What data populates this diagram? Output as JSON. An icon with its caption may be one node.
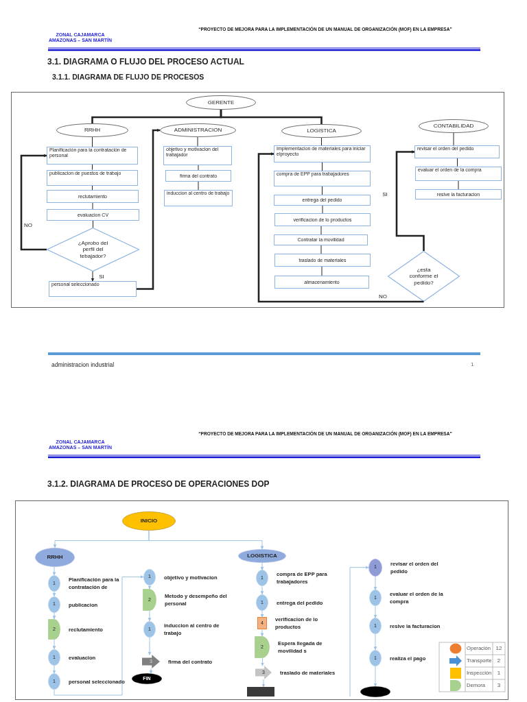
{
  "diagram": {
    "nodes": [
      {
        "text": [
          "GERENTE"
        ]
      },
      {
        "text": [
          "RRHH"
        ]
      },
      {
        "text": [
          "ADMINISTRACION"
        ]
      },
      {
        "text": [
          "LOGISTICA"
        ]
      },
      {
        "text": [
          "CONTABILIDAD"
        ]
      },
      {
        "text": [
          "Planificación para la contratación de personal"
        ]
      },
      {
        "text": [
          "publicacion de puestos de trabajo"
        ]
      },
      {
        "text": [
          "reclutamiento"
        ]
      },
      {
        "text": [
          "evaluacion CV"
        ]
      },
      {
        "text": [
          "¿Aprobo del perfil del tebajador?"
        ]
      },
      {
        "text": [
          "personal seleccionado"
        ]
      },
      {
        "text": [
          "objetivo y motivacion del trabajador"
        ]
      },
      {
        "text": [
          "firma del contrato"
        ]
      },
      {
        "text": [
          "induccion al centro de trabajo"
        ]
      },
      {
        "text": [
          "Implementacion de materiales para iniciar elproyecto"
        ]
      },
      {
        "text": [
          "compra de EPP para trabajadores"
        ]
      },
      {
        "text": [
          "entrega del pedido"
        ]
      },
      {
        "text": [
          "verificacion de lo productos"
        ]
      },
      {
        "text": [
          "Contratar  la movilidad"
        ]
      },
      {
        "text": [
          "traslado de materiales"
        ]
      },
      {
        "text": [
          "almacenamiento"
        ]
      },
      {
        "text": [
          "revisar el orden del pedido"
        ]
      },
      {
        "text": [
          "evaluar el orden de la compra"
        ]
      },
      {
        "text": [
          "resive la facturacion"
        ]
      },
      {
        "text": [
          "¿esta conforme el pedido?"
        ]
      },
      {
        "text": [
          "INICIO"
        ]
      },
      {
        "text": [
          "RRHH"
        ]
      },
      {
        "text": [
          "LOGISTICA"
        ]
      },
      {
        "text": [
          "1"
        ],
        "beside": [
          "Planificación para la contratación de"
        ]
      },
      {
        "text": [
          "1"
        ],
        "beside": [
          "publicacion"
        ]
      },
      {
        "text": [
          "2"
        ],
        "beside": [
          "reclutamiento"
        ]
      },
      {
        "text": [
          "1"
        ],
        "beside": [
          "evaluacion"
        ]
      },
      {
        "text": [
          "1"
        ],
        "beside": [
          "personal seleccionado"
        ]
      },
      {
        "text": [
          "1"
        ],
        "beside": [
          "objetivo y motivacion"
        ]
      },
      {
        "text": [
          "2"
        ],
        "beside": [
          "Metodo y desempeño del personal"
        ]
      },
      {
        "text": [
          "1"
        ],
        "beside": [
          "induccion al centro de trabajo"
        ]
      },
      {
        "text": [
          "3"
        ],
        "beside": [
          "firma del contrato"
        ]
      },
      {
        "text": [
          "FIN"
        ]
      },
      {
        "text": [
          "1"
        ],
        "beside": [
          "compra de EPP para trabajadores"
        ]
      },
      {
        "text": [
          "1"
        ],
        "beside": [
          "entrega del pedido"
        ]
      },
      {
        "text": [
          "4"
        ],
        "beside": [
          "verificacion de lo productos"
        ]
      },
      {
        "text": [
          "2"
        ],
        "beside": [
          "Espera llegada de movilidad s"
        ]
      },
      {
        "text": [
          "3"
        ],
        "beside": [
          "traslado de materiales"
        ]
      },
      {
        "text": [],
        "shape": "box"
      },
      {
        "text": [
          "1"
        ],
        "beside": [
          "revisar el orden del pedido"
        ]
      },
      {
        "text": [
          "1"
        ],
        "beside": [
          "evaluar el orden de la compra"
        ]
      },
      {
        "text": [
          "1"
        ],
        "beside": [
          "resive la facturacion"
        ]
      },
      {
        "text": [
          "1"
        ],
        "beside": [
          "realiza el pago"
        ]
      },
      {
        "text": [],
        "shape": "ellipse"
      }
    ],
    "edges": [
      {
        "from": 0,
        "to": 1,
        "arrow": "none",
        "style": "thick"
      },
      {
        "from": 0,
        "to": 3,
        "arrow": "none",
        "style": "thick"
      },
      {
        "from": 1,
        "to": 5,
        "arrow": "none"
      },
      {
        "from": 5,
        "to": 6,
        "arrow": "none"
      },
      {
        "from": 6,
        "to": 7,
        "arrow": "none"
      },
      {
        "from": 7,
        "to": 8,
        "arrow": "none"
      },
      {
        "from": 8,
        "to": 9,
        "arrow": "none"
      },
      {
        "from": 9,
        "to": 10,
        "arrow": "to",
        "label": "SI"
      },
      {
        "from": 9,
        "to": 5,
        "arrow": "to",
        "label": "NO",
        "style": "thick"
      },
      {
        "from": 10,
        "to": 2,
        "arrow": "to",
        "style": "thick"
      },
      {
        "from": 2,
        "to": 11,
        "arrow": "none"
      },
      {
        "from": 11,
        "to": 12,
        "arrow": "none"
      },
      {
        "from": 12,
        "to": 13,
        "arrow": "none"
      },
      {
        "from": 3,
        "to": 14,
        "arrow": "none"
      },
      {
        "from": 14,
        "to": 15,
        "arrow": "none"
      },
      {
        "from": 15,
        "to": 16,
        "arrow": "none"
      },
      {
        "from": 16,
        "to": 17,
        "arrow": "none"
      },
      {
        "from": 17,
        "to": 18,
        "arrow": "none"
      },
      {
        "from": 18,
        "to": 19,
        "arrow": "none"
      },
      {
        "from": 19,
        "to": 20,
        "arrow": "none"
      },
      {
        "from": 4,
        "to": 21,
        "arrow": "none"
      },
      {
        "from": 21,
        "to": 22,
        "arrow": "none"
      },
      {
        "from": 22,
        "to": 23,
        "arrow": "none"
      },
      {
        "from": 24,
        "to": 21,
        "arrow": "to",
        "label": "SI",
        "style": "thick"
      },
      {
        "from": 24,
        "to": 14,
        "arrow": "to",
        "label": "NO",
        "style": "thick"
      },
      {
        "from": 25,
        "to": 26,
        "arrow": "to",
        "color": "#9dc3e6"
      },
      {
        "from": 25,
        "to": 27,
        "arrow": "to",
        "color": "#9dc3e6"
      },
      {
        "from": 26,
        "to": 28,
        "arrow": "to",
        "color": "#9dc3e6"
      },
      {
        "from": 28,
        "to": 29,
        "arrow": "to",
        "color": "#9dc3e6"
      },
      {
        "from": 29,
        "to": 30,
        "arrow": "to",
        "color": "#9dc3e6"
      },
      {
        "from": 30,
        "to": 31,
        "arrow": "to",
        "color": "#9dc3e6"
      },
      {
        "from": 31,
        "to": 32,
        "arrow": "to",
        "color": "#9dc3e6"
      },
      {
        "from": 32,
        "to": 33,
        "arrow": "to",
        "color": "#9dc3e6"
      },
      {
        "from": 33,
        "to": 34,
        "arrow": "to",
        "color": "#9dc3e6"
      },
      {
        "from": 34,
        "to": 35,
        "arrow": "to",
        "color": "#9dc3e6"
      },
      {
        "from": 35,
        "to": 36,
        "arrow": "to",
        "color": "#9dc3e6"
      },
      {
        "from": 36,
        "to": 37,
        "arrow": "to",
        "color": "#9dc3e6"
      },
      {
        "from": 27,
        "to": 38,
        "arrow": "to",
        "color": "#9dc3e6"
      },
      {
        "from": 38,
        "to": 39,
        "arrow": "to",
        "color": "#9dc3e6"
      },
      {
        "from": 39,
        "to": 40,
        "arrow": "to",
        "color": "#9dc3e6"
      },
      {
        "from": 40,
        "to": 41,
        "arrow": "to",
        "color": "#9dc3e6"
      },
      {
        "from": 41,
        "to": 42,
        "arrow": "to",
        "color": "#9dc3e6"
      },
      {
        "from": 42,
        "to": 43,
        "arrow": "to",
        "color": "#9dc3e6"
      },
      {
        "from": null,
        "to": 44,
        "arrow": "to",
        "color": "#9dc3e6"
      },
      {
        "from": 44,
        "to": 45,
        "arrow": "to",
        "color": "#9dc3e6"
      },
      {
        "from": 45,
        "to": 46,
        "arrow": "to",
        "color": "#9dc3e6"
      },
      {
        "from": 46,
        "to": 47,
        "arrow": "to",
        "color": "#9dc3e6"
      },
      {
        "from": 47,
        "to": 48,
        "arrow": "to",
        "color": "#9dc3e6"
      }
    ],
    "labels": [
      "ZONAL CAJAMARCA AMAZONAS – SAN MARTÍN",
      "“PROYECTO DE MEJORA PARA LA IMPLEMENTACIÓN DE UN MANUAL DE ORGANIZACIÓN (MOF) EN LA EMPRESA”",
      "3.1. DIAGRAMA O FLUJO DEL PROCESO ACTUAL",
      "3.1.1. DIAGRAMA DE FLUJO DE PROCESOS",
      "administracion industrial",
      "1",
      "ZONAL CAJAMARCA AMAZONAS – SAN MARTÍN",
      "“PROYECTO DE MEJORA PARA LA IMPLEMENTACIÓN DE UN MANUAL DE ORGANIZACIÓN (MOF) EN LA EMPRESA”",
      "3.1.2. DIAGRAMA DE PROCESO DE OPERACIONES DOP",
      "12",
      "2",
      "1",
      "3"
    ],
    "legend": [
      {
        "text": "Operación"
      },
      {
        "text": "Transporte"
      },
      {
        "text": "Inspección"
      },
      {
        "text": "Demora"
      }
    ]
  }
}
